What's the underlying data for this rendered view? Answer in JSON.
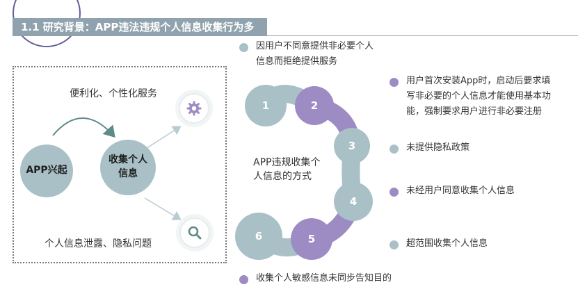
{
  "header": {
    "title": "1.1 研究背景：APP违法违规个人信息收集行为多"
  },
  "left": {
    "top_label": "便利化、个性化服务",
    "bottom_label": "个人信息泄露、隐私问题",
    "bubble_app": "APP兴起",
    "bubble_collect_line1": "收集个人",
    "bubble_collect_line2": "信息",
    "icons": [
      "gear-icon",
      "search-icon"
    ]
  },
  "center": {
    "label_line1": "APP违规收集个",
    "label_line2": "人信息的方式",
    "numbers": [
      "1",
      "2",
      "3",
      "4",
      "5",
      "6"
    ]
  },
  "right": {
    "items": [
      {
        "line1": "因用户不同意提供非必要个人",
        "line2": "信息而拒绝提供服务",
        "color": "#a9c0c6"
      },
      {
        "line1": "用户首次安装App时，启动后要求填",
        "line2": "写非必要的个人信息才能使用基本功",
        "line3": "能，强制要求用户进行非必要注册",
        "color": "#9d8cc4"
      },
      {
        "line1": "未提供隐私政策",
        "color": "#a9c0c6"
      },
      {
        "line1": "未经用户同意收集个人信息",
        "color": "#9d8cc4"
      },
      {
        "line1": "超范围收集个人信息",
        "color": "#a9c0c6"
      },
      {
        "line1": "收集个人敏感信息未同步告知目的",
        "color": "#9d8cc4"
      }
    ]
  },
  "colors": {
    "teal": "#a9c0c6",
    "purple": "#9d8cc4",
    "title_bg": "#8fa2ad",
    "arrow": "#5e8a8a"
  }
}
